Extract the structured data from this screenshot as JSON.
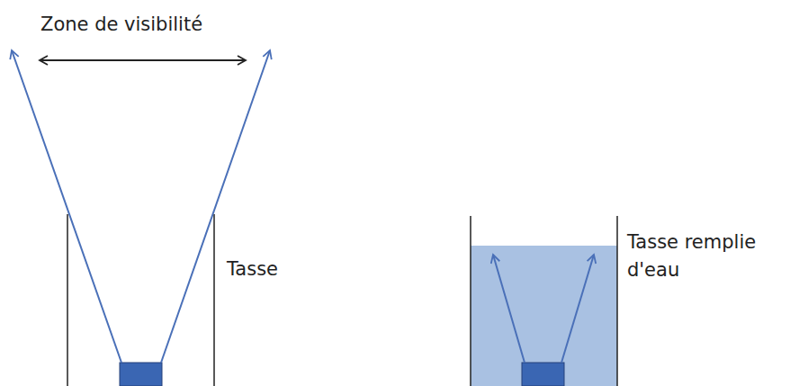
{
  "diagram": {
    "labels": [
      "Zone de visibilité",
      "Tasse",
      "Tasse remplie d'eau"
    ]
  }
}
